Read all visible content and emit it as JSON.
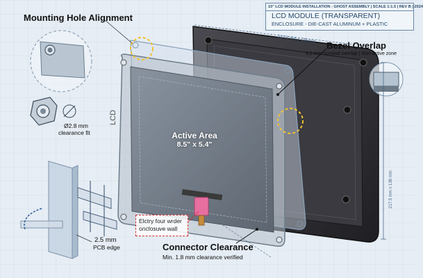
{
  "title_block": {
    "header": "10\" LCD MODULE INSTALLATION - GHOST ASSEMBLY | SCALE 1:1.5 | REV B | 2024",
    "title": "LCD MODULE (TRANSPARENT)",
    "subtitle": "ENCLOSURE - DIE-CAST ALUMINUM + PLASTIC"
  },
  "callouts": {
    "mounting_hole": "Mounting Hole Alignment",
    "hole_dia": "Ø2.8 mm",
    "hole_fit": "clearance fit",
    "bezel": "Bezel Overlap",
    "bezel_note": "3.2 mm nominal overlap | Non-active zone",
    "active_title": "Active Area",
    "active_size": "8.5\" x 5.4\"",
    "pcb_size": "2.5 mm",
    "pcb_label": "PCB edge",
    "wall_note_1": "Elctry four wrder",
    "wall_note_2": "onclosuve wall",
    "connector": "Connector Clearance",
    "connector_note": "Min. 1.8 mm clearance verified",
    "dim_top": "213.5 mm x 138 mm",
    "dim_side": "217.5 mm x 136 mm",
    "module_mark": "LCD"
  },
  "colors": {
    "background": "#e6edf4",
    "grid": "#c9d6e3",
    "enclosure": "#2f2f33",
    "connector": "#e66fa0",
    "highlight": "#f2c230",
    "note_border": "#d23030"
  }
}
